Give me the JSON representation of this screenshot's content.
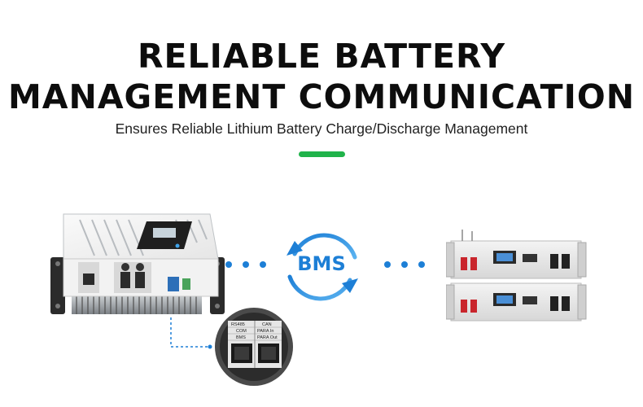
{
  "header": {
    "title_line1": "RELIABLE BATTERY",
    "title_line2": "MANAGEMENT COMMUNICATION",
    "subtitle": "Ensures Reliable Lithium Battery Charge/Discharge Management"
  },
  "center": {
    "bms_label": "BMS"
  },
  "port_panel": {
    "rs485": "RS485",
    "can": "CAN",
    "com": "COM",
    "bms": "BMS",
    "para_in": "PARA In",
    "para_out": "PARA Out"
  },
  "colors": {
    "accent_green": "#20b34a",
    "brand_blue": "#1d7fd6",
    "text_dark": "#0d0d0d"
  }
}
